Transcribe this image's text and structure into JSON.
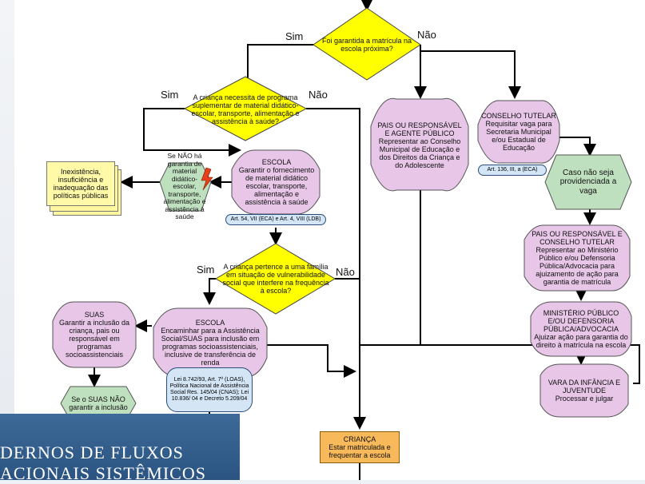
{
  "labels": {
    "sim1": "Sim",
    "nao1": "Não",
    "sim2": "Sim",
    "nao2": "Não",
    "sim3": "Sim",
    "nao3": "Não"
  },
  "d1": {
    "text": "Foi garantida a matrícula na escola próxima?"
  },
  "d2": {
    "text": "A criança necessita de programa suplementar de material didático-escolar, transporte, alimentação e assistência à saúde?"
  },
  "d3": {
    "text": "A criança pertence a uma família em situação de vulnerabilidade social que interfere na frequência à escola?"
  },
  "pais": {
    "title": "PAIS OU RESPONSÁVEL E AGENTE PÚBLICO",
    "body": "Representar ao Conselho Municipal de Educação e dos Direitos da Criança e do Adolescente"
  },
  "conselho": {
    "title": "CONSELHO TUTELAR",
    "body": "Requisitar vaga para Secretaria Municipal e/ou Estadual de Educação",
    "ref": "Art. 136, III, a (ECA)"
  },
  "escola1": {
    "title": "ESCOLA",
    "body": "Garantir o fornecimento de material didático escolar, transporte, alimentação e assistência à saúde",
    "ref": "Art. 54, VII (ECA) e Art. 4, VIII (LDB)"
  },
  "se_nao": {
    "text": "Se NÃO há garantia de material didático-escolar, transporte, alimentação e assistência à saúde"
  },
  "inexist": {
    "text": "Inexistência, insuficiência e inadequação das políticas públicas"
  },
  "caso": {
    "text": "Caso não seja providenciada a vaga"
  },
  "pais2": {
    "title": "PAIS OU RESPONSÁVEL E CONSELHO TUTELAR",
    "body": "Representar ao Ministério Público e/ou Defensoria Pública/Advocacia para ajuizamento de ação para garantia de matrícula"
  },
  "mp": {
    "title": "MINISTÉRIO PÚBLICO E/OU DEFENSORIA PÚBLICA/ADVOCACIA",
    "body": "Ajuizar ação para garantia do direito à matrícula na escola"
  },
  "vara": {
    "title": "VARA DA INFÂNCIA E JUVENTUDE",
    "body": "Processar e julgar"
  },
  "escola2": {
    "title": "ESCOLA",
    "body": "Encaminhar para a Assistência Social/SUAS para inclusão em programas socioassistenciais, inclusive de transferência de renda",
    "ref": "Lei 8.742/93, Art. 7º (LOAS), Política Nacional de Assistência Social Res. 145/04 (CNAS); Lei 10.836/ 04 e Decreto 5.209/04"
  },
  "suas": {
    "title": "SUAS",
    "body": "Garantir a inclusão da criança, pais ou responsável em programas socioassistenciais"
  },
  "se_suas": {
    "text": "Se o SUAS NÃO garantir a inclusão"
  },
  "crianca": {
    "title": "CRIANÇA",
    "body": "Estar matriculada e frequentar a escola"
  },
  "banner": {
    "line1": "DERNOS DE FLUXOS",
    "line2": "ACIONAIS SISTÊMICOS"
  }
}
